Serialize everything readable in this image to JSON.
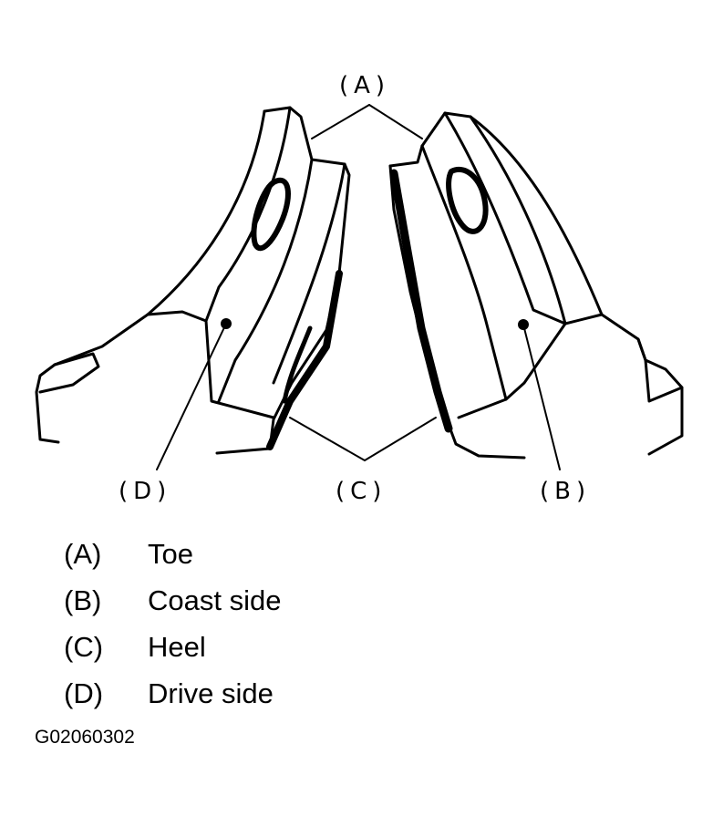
{
  "callouts": {
    "a": "(A)",
    "b": "(B)",
    "c": "(C)",
    "d": "(D)"
  },
  "legend": [
    {
      "key": "(A)",
      "text": "Toe"
    },
    {
      "key": "(B)",
      "text": "Coast side"
    },
    {
      "key": "(C)",
      "text": "Heel"
    },
    {
      "key": "(D)",
      "text": "Drive side"
    }
  ],
  "figure_code": "G02060302"
}
